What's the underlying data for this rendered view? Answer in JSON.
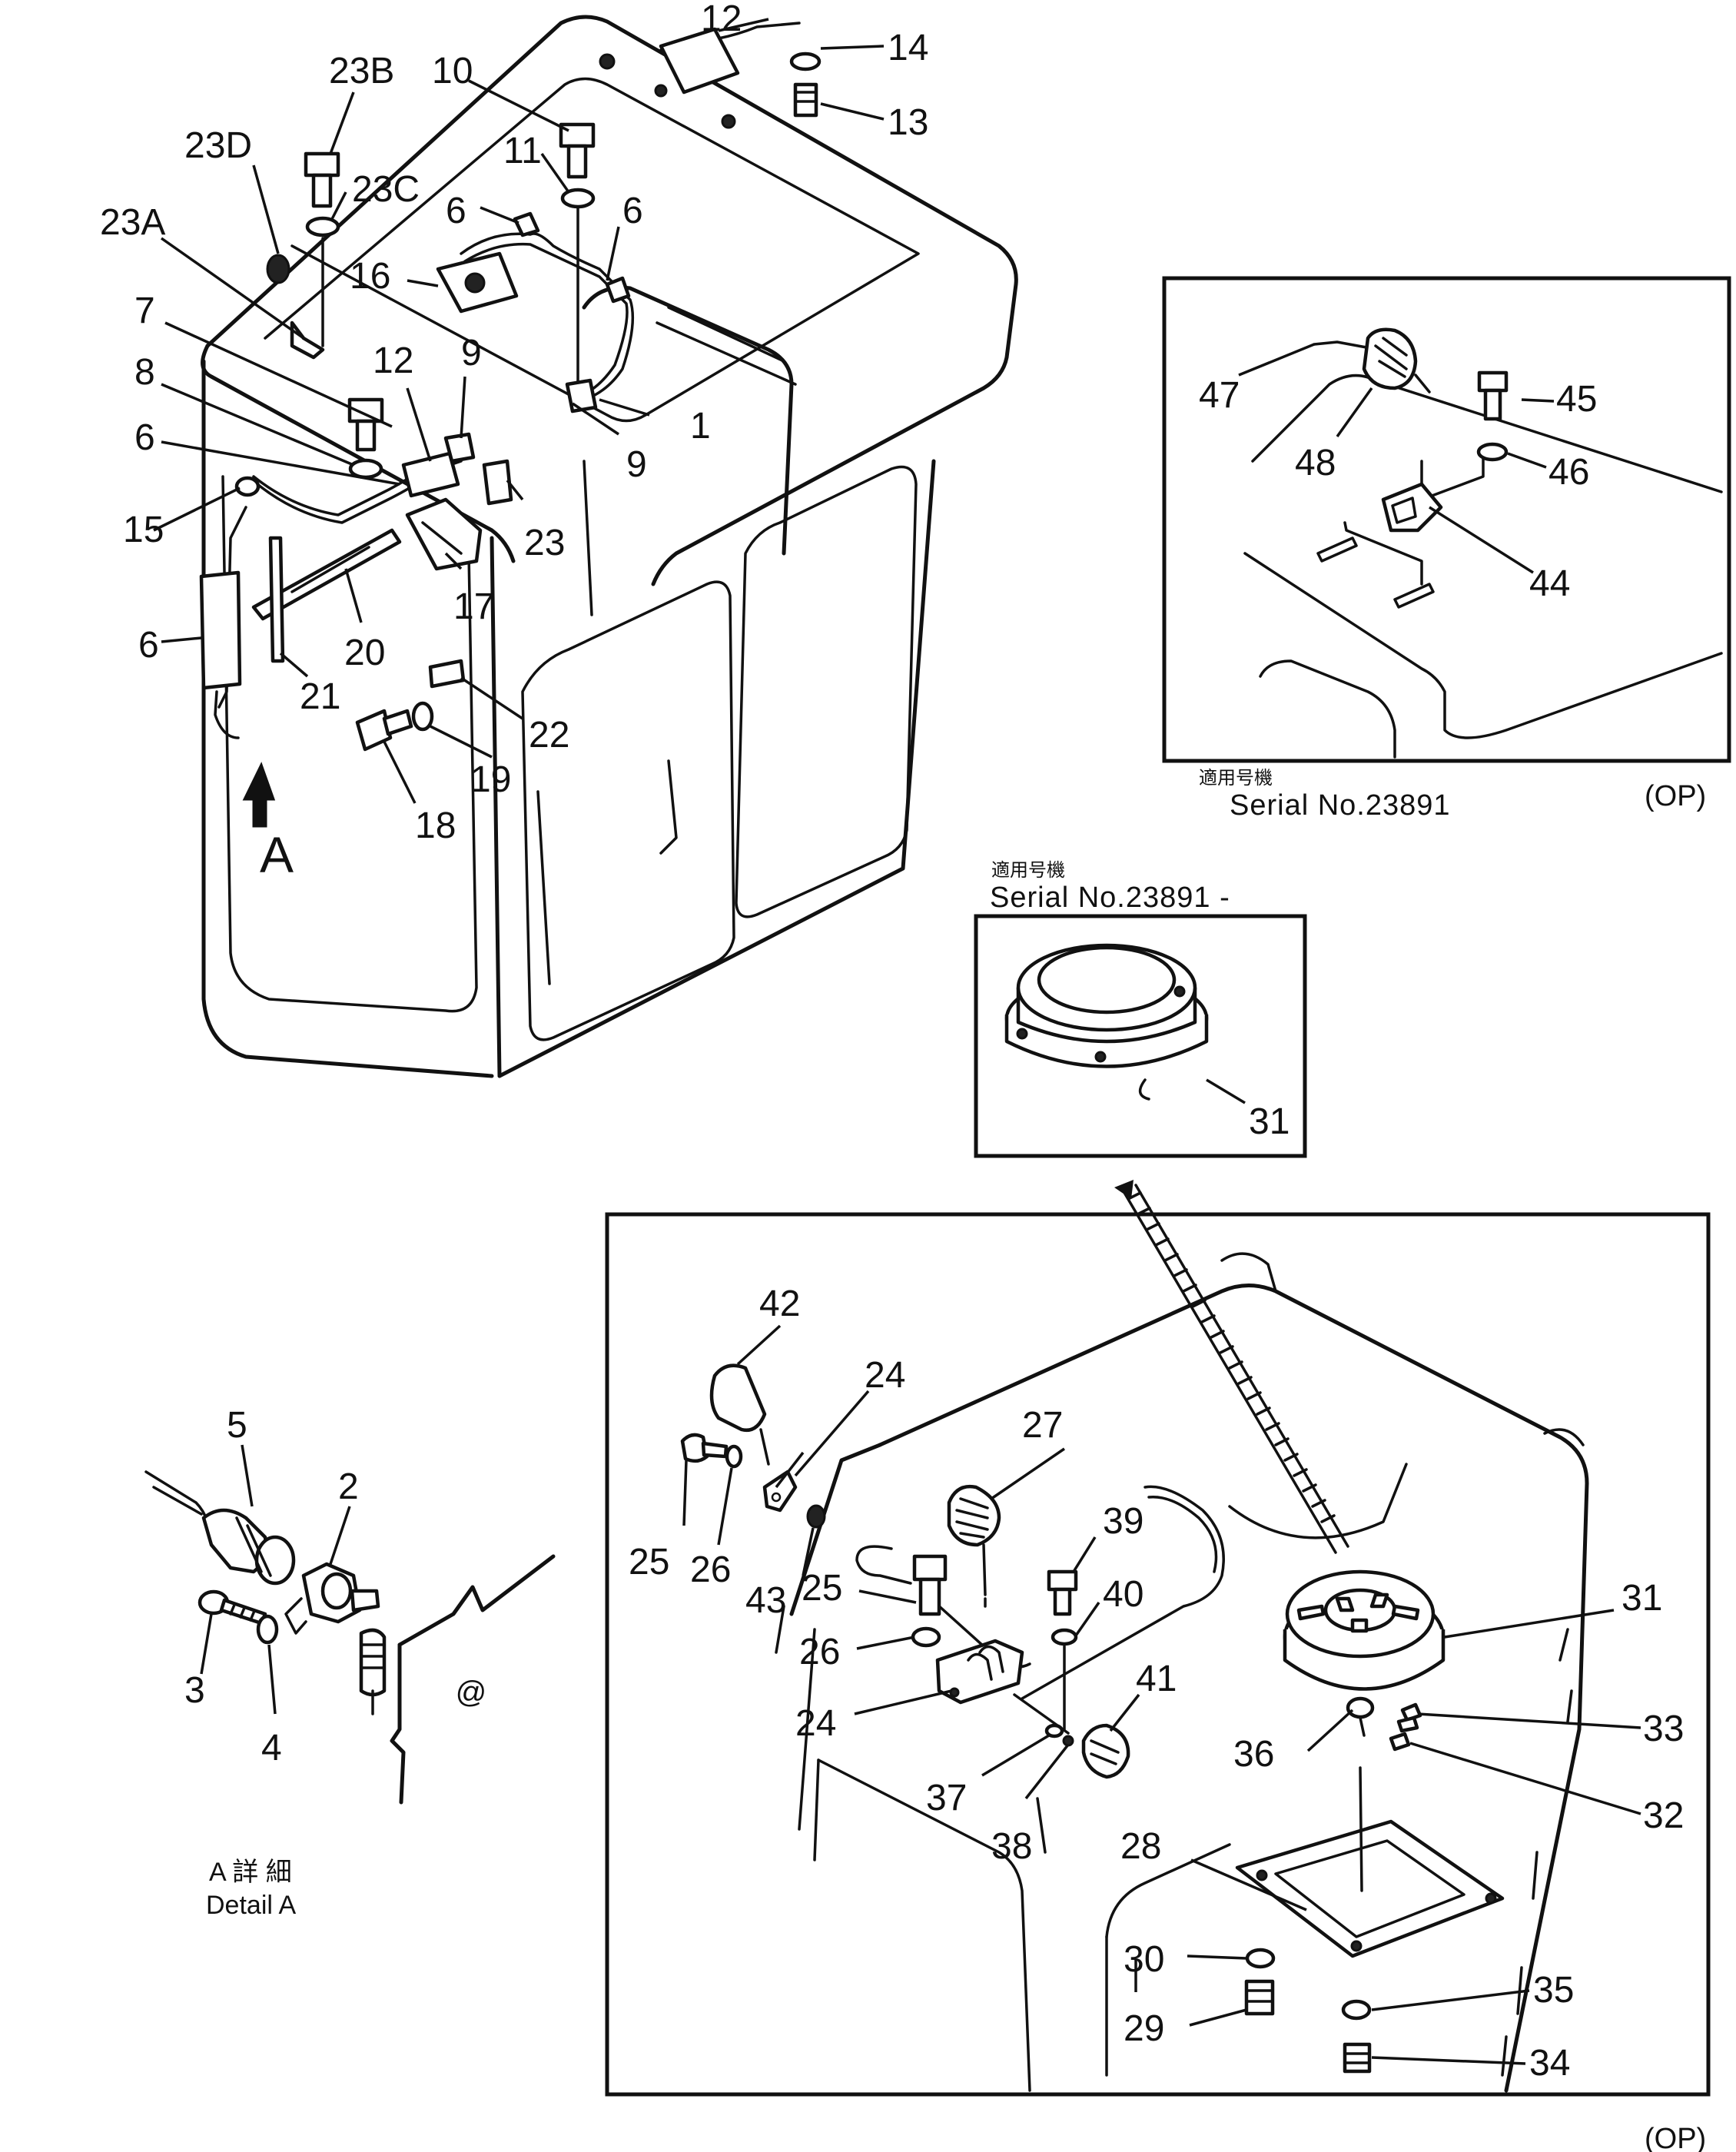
{
  "callouts": {
    "c1": "1",
    "c2": "2",
    "c3": "3",
    "c4": "4",
    "c5": "5",
    "c6a": "6",
    "c6b": "6",
    "c6c": "6",
    "c6d": "6",
    "c7": "7",
    "c8": "8",
    "c9a": "9",
    "c9b": "9",
    "c10": "10",
    "c11": "11",
    "c12a": "12",
    "c12b": "12",
    "c13": "13",
    "c14": "14",
    "c15": "15",
    "c16": "16",
    "c17": "17",
    "c18": "18",
    "c19": "19",
    "c20": "20",
    "c21": "21",
    "c22": "22",
    "c23": "23",
    "c23a": "23A",
    "c23b": "23B",
    "c23c": "23C",
    "c23d": "23D",
    "c24a": "24",
    "c24b": "24",
    "c25a": "25",
    "c25b": "25",
    "c26a": "26",
    "c26b": "26",
    "c27": "27",
    "c28": "28",
    "c29": "29",
    "c30": "30",
    "c31a": "31",
    "c31b": "31",
    "c32": "32",
    "c33": "33",
    "c34": "34",
    "c35": "35",
    "c36": "36",
    "c37": "37",
    "c38": "38",
    "c39": "39",
    "c40": "40",
    "c41": "41",
    "c42": "42",
    "c43": "43",
    "c44": "44",
    "c45": "45",
    "c46": "46",
    "c47": "47",
    "c48": "48"
  },
  "view_arrow_label": "A",
  "detail": {
    "jp": "A 詳 細",
    "en": "Detail A"
  },
  "inset_top_right": {
    "serial_jp": "適用号機",
    "serial": "Serial No.23891",
    "op": "(OP)"
  },
  "inset_middle": {
    "serial_jp": "適用号機",
    "serial": "Serial No.23891 -"
  },
  "inset_bottom": {
    "op": "(OP)"
  },
  "stray_marks": {
    "misc": "@"
  }
}
